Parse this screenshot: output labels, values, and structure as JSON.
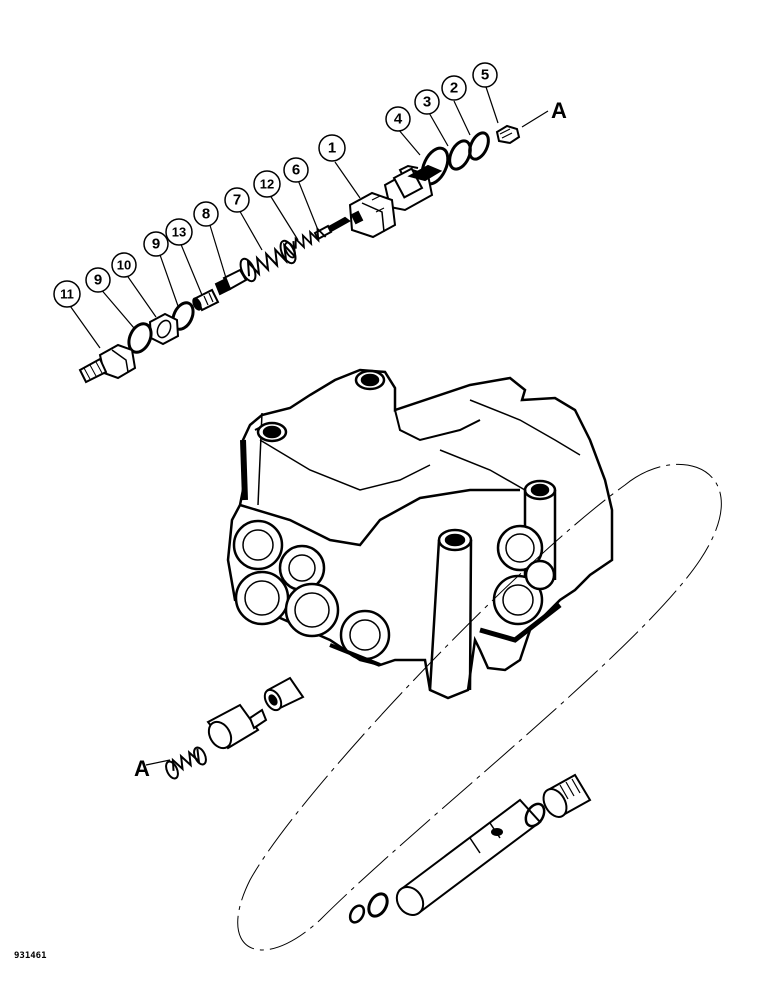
{
  "callouts": {
    "c1": "1",
    "c2": "2",
    "c3": "3",
    "c4": "4",
    "c5": "5",
    "c6": "6",
    "c7": "7",
    "c8": "8",
    "c9a": "9",
    "c9b": "9",
    "c10": "10",
    "c11": "11",
    "c12": "12",
    "c13": "13"
  },
  "refs": {
    "top": "A",
    "bottom": "A"
  },
  "figure_id": "931461"
}
